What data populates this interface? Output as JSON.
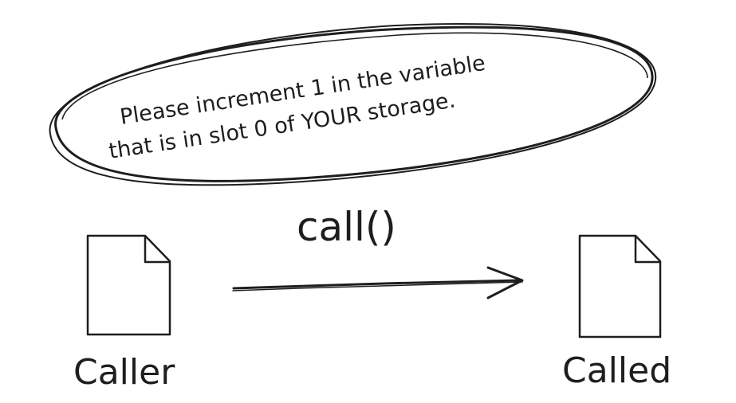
{
  "speech_bubble": {
    "line1": "Please increment 1 in the variable",
    "line2": "that is in slot 0 of YOUR storage."
  },
  "call_label": "call()",
  "caller_label": "Caller",
  "called_label": "Called",
  "colors": {
    "stroke": "#1e1e1e",
    "background": "#ffffff"
  },
  "icons": {
    "caller": "document-icon",
    "called": "document-icon",
    "arrow": "arrow-right-icon"
  }
}
